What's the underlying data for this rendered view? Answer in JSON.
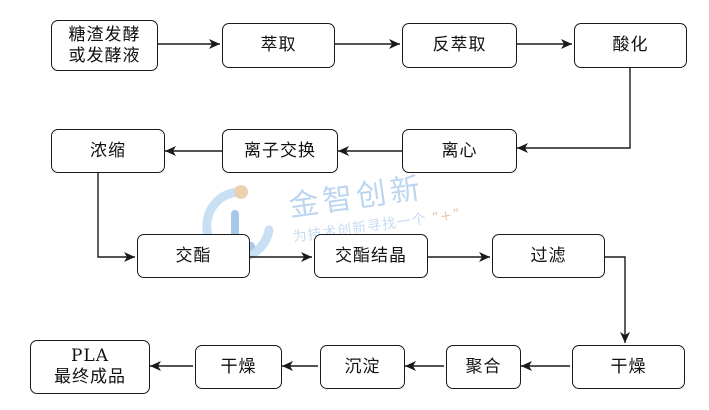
{
  "nodes": {
    "n1": {
      "line1": "糖渣发酵",
      "line2": "或发酵液"
    },
    "n2": "萃取",
    "n3": "反萃取",
    "n4": "酸化",
    "n5": "离心",
    "n6": "离子交换",
    "n7": "浓缩",
    "n8": "交酯",
    "n9": "交酯结晶",
    "n10": "过滤",
    "n11": "干燥",
    "n12": "聚合",
    "n13": "沉淀",
    "n14": "干燥",
    "n15": {
      "line1": "PLA",
      "line2": "最终成品"
    }
  },
  "watermark": {
    "brand": "金智创新",
    "slogan": "为技术创新寻找一个",
    "plus": "“+”"
  },
  "colors": {
    "border": "#1a1a1a",
    "arrow": "#1a1a1a",
    "watermark": "#bcd6f0",
    "watermark_dark": "#a8c8ea",
    "watermark_dot": "#e8c9a8"
  }
}
